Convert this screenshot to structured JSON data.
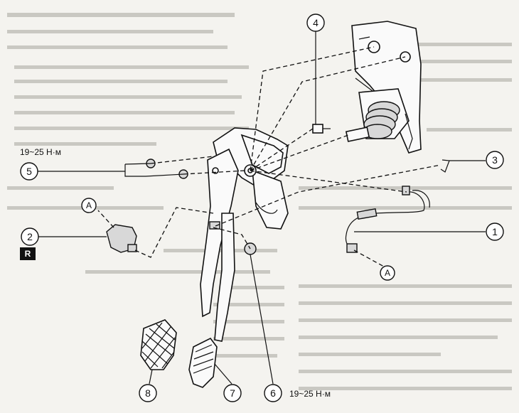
{
  "callouts": [
    {
      "id": "1",
      "label": "1"
    },
    {
      "id": "2",
      "label": "2"
    },
    {
      "id": "3",
      "label": "3"
    },
    {
      "id": "4",
      "label": "4"
    },
    {
      "id": "5",
      "label": "5"
    },
    {
      "id": "6",
      "label": "6"
    },
    {
      "id": "7",
      "label": "7"
    },
    {
      "id": "8",
      "label": "8"
    }
  ],
  "connectors": {
    "a_top": "A",
    "a_bottom": "A"
  },
  "torque_top": "19~25 Н·м",
  "torque_bottom": "19~25 Н·м",
  "badge": "R"
}
